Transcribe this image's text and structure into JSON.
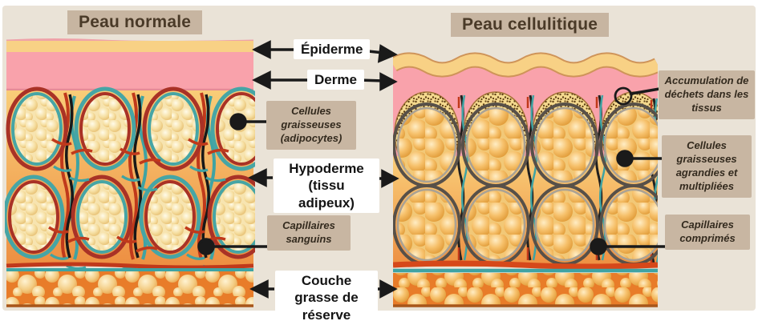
{
  "figure": {
    "left_title": "Peau normale",
    "right_title": "Peau cellulitique"
  },
  "layers": {
    "epiderme": "Épiderme",
    "derme": "Derme",
    "hypoderme": "Hypoderme (tissu adipeux)",
    "couche_grasse": "Couche grasse de réserve"
  },
  "annotations": {
    "left": {
      "cellules": "Cellules graisseuses (adipocytes)",
      "capillaires": "Capillaires sanguins"
    },
    "right": {
      "accumulation": "Accumulation de déchets dans les tissus",
      "cellules": "Cellules graisseuses agrandies et multipliées",
      "capillaires": "Capillaires comprimés"
    }
  },
  "colors": {
    "background": "#eae3d7",
    "epidermis": "#f8d185",
    "dermis": "#f9a2ab",
    "hypodermis_top": "#f9cd78",
    "hypodermis_bottom": "#ed8f42",
    "reserve_layer": "#e87c29",
    "cell_ring_red": "#a93226",
    "cell_ring_teal": "#46a5a5",
    "cell_ring_gray": "#575049",
    "capillary_red": "#c0391b",
    "capillary_teal": "#3fa3a3",
    "fiber_black": "#1a1a1a",
    "label_box_tan": "#c8b6a2",
    "label_box_white": "#ffffff",
    "title_text": "#4a3a28"
  }
}
